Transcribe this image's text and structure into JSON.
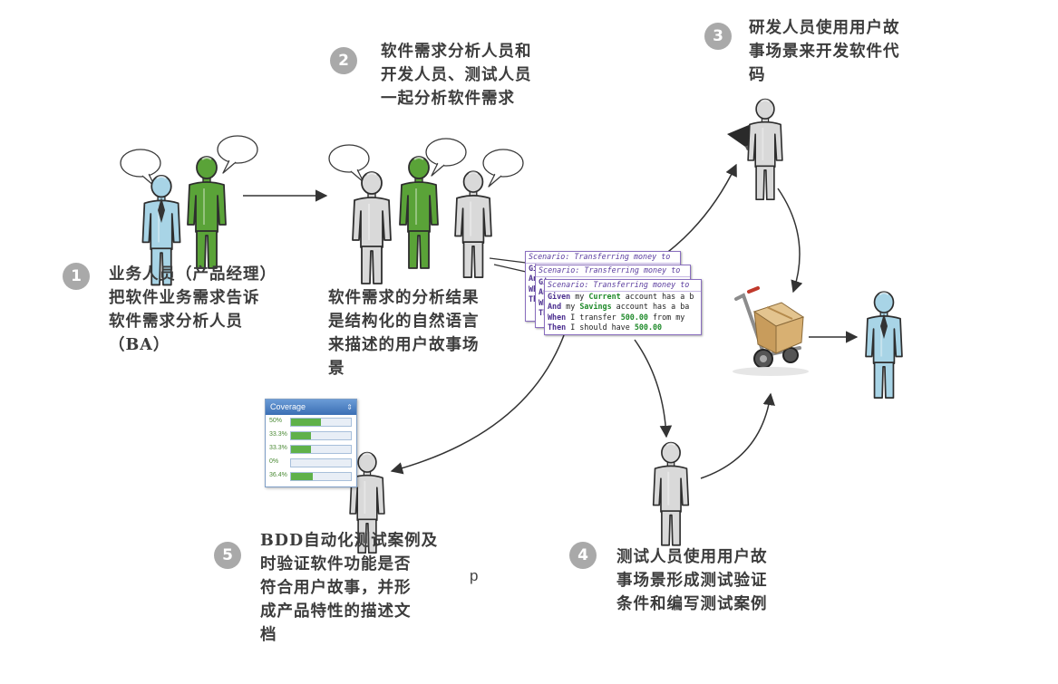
{
  "steps": [
    {
      "number": "1",
      "lines": [
        "业务人员（产品经理）",
        "把软件业务需求告诉",
        "软件需求分析人员",
        "（BA）"
      ]
    },
    {
      "number": "2",
      "lines": [
        "软件需求分析人员和",
        "开发人员、测试人员",
        "一起分析软件需求"
      ]
    },
    {
      "number": "3",
      "lines": [
        "研发人员使用用户故",
        "事场景来开发软件代",
        "码"
      ]
    },
    {
      "number": "4",
      "lines": [
        "测试人员使用用户故",
        "事场景形成测试验证",
        "条件和编写测试案例"
      ]
    },
    {
      "number": "5",
      "lines": [
        "BDD自动化测试案例及",
        "时验证软件功能是否",
        "符合用户故事，并形",
        "成产品特性的描述文",
        "档"
      ]
    }
  ],
  "result_note": {
    "lines": [
      "软件需求的分析结果",
      "是结构化的自然语言",
      "来描述的用户故事场",
      "景"
    ]
  },
  "stray_text": "p",
  "scenario": {
    "title": "Scenario: Transferring money to",
    "given_kw": "Given",
    "given_pre": " my ",
    "given_hl": "Current",
    "given_post": " account has a b",
    "and_kw": "And",
    "and_pre": " my ",
    "and_hl": "Savings",
    "and_post": " account has a ba",
    "when_kw": "When",
    "when_pre": " I transfer ",
    "when_hl": "500.00",
    "when_post": " from my",
    "then_kw": "Then",
    "then_pre": " I should have ",
    "then_hl": "500.00",
    "stub_given": "Gi",
    "stub_and": "An",
    "stub_when": "Wh",
    "stub_then": "Th"
  },
  "coverage": {
    "title": "Coverage",
    "rows": [
      {
        "label": "50%",
        "value": 0.5
      },
      {
        "label": "33.3%",
        "value": 0.333
      },
      {
        "label": "33.3%",
        "value": 0.333
      },
      {
        "label": "0%",
        "value": 0
      },
      {
        "label": "36.4%",
        "value": 0.364
      }
    ]
  },
  "colors": {
    "business_person": "#a8d4e6",
    "analyst": "#5aa338",
    "neutral_person": "#d9d9d9",
    "badge": "#a9a9a9",
    "text": "#3c3c3c",
    "scenario_border": "#8a6fbf",
    "keyword": "#4b2e8f",
    "highlight": "#1f8a2a"
  },
  "icons": [
    "person-icon",
    "speech-bubble-icon",
    "laptop-icon",
    "hand-truck-icon",
    "box-icon",
    "tie-icon",
    "arrow-icon"
  ]
}
